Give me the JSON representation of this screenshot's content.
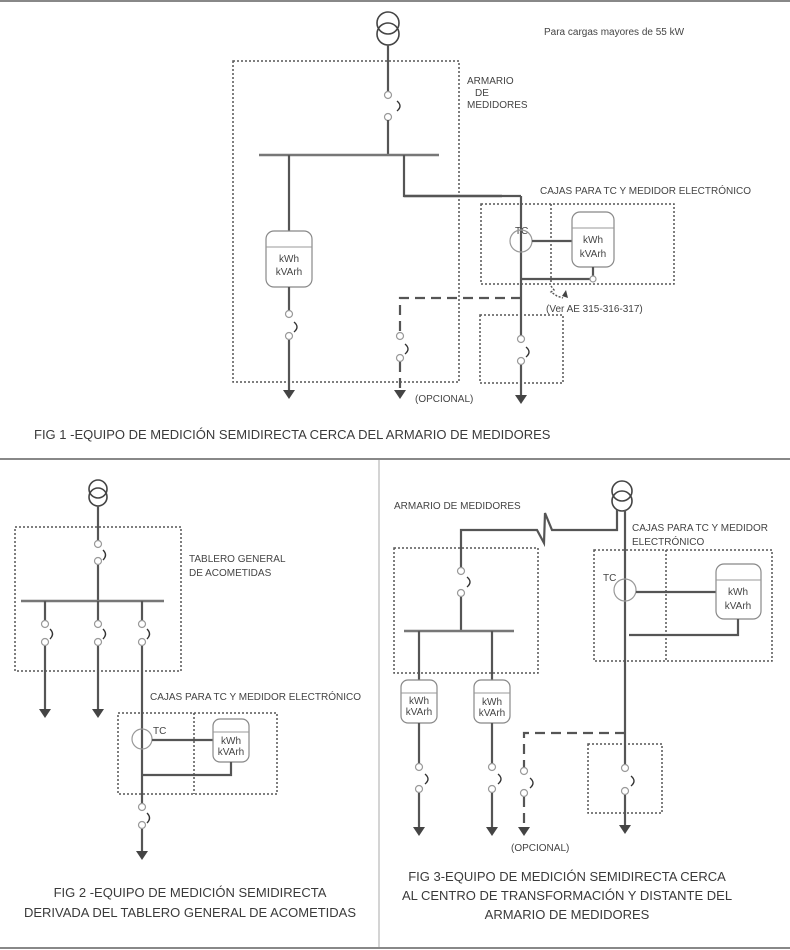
{
  "fig1": {
    "note": "Para cargas  mayores de 55 kW",
    "cabinet_label": [
      "ARMARIO",
      "DE",
      "MEDIDORES"
    ],
    "boxes_label": "CAJAS PARA TC Y MEDIDOR ELECTRÓNICO",
    "tc_label": "TC",
    "meter_lines": [
      "kWh",
      "kVArh"
    ],
    "ref_label": "(Ver AE 315-316-317)",
    "optional_label": "(OPCIONAL)",
    "caption": "FIG 1 -EQUIPO DE MEDICIÓN SEMIDIRECTA CERCA DEL ARMARIO DE MEDIDORES"
  },
  "fig2": {
    "board_label": [
      "TABLERO GENERAL",
      "DE ACOMETIDAS"
    ],
    "boxes_label": "CAJAS PARA TC Y MEDIDOR ELECTRÓNICO",
    "tc_label": "TC",
    "meter_lines": [
      "kWh",
      "kVArh"
    ],
    "caption": [
      "FIG 2 -EQUIPO DE MEDICIÓN SEMIDIRECTA",
      "DERIVADA DEL TABLERO GENERAL DE ACOMETIDAS"
    ]
  },
  "fig3": {
    "cabinet_label": "ARMARIO DE MEDIDORES",
    "boxes_label": [
      "CAJAS PARA TC Y MEDIDOR",
      "ELECTRÓNICO"
    ],
    "tc_label": "TC",
    "meter_lines": [
      "kWh",
      "kVArh"
    ],
    "optional_label": "(OPCIONAL)",
    "caption": [
      "FIG 3-EQUIPO DE MEDICIÓN SEMIDIRECTA CERCA",
      "AL CENTRO DE TRANSFORMACIÓN Y DISTANTE DEL",
      "ARMARIO DE MEDIDORES"
    ]
  }
}
